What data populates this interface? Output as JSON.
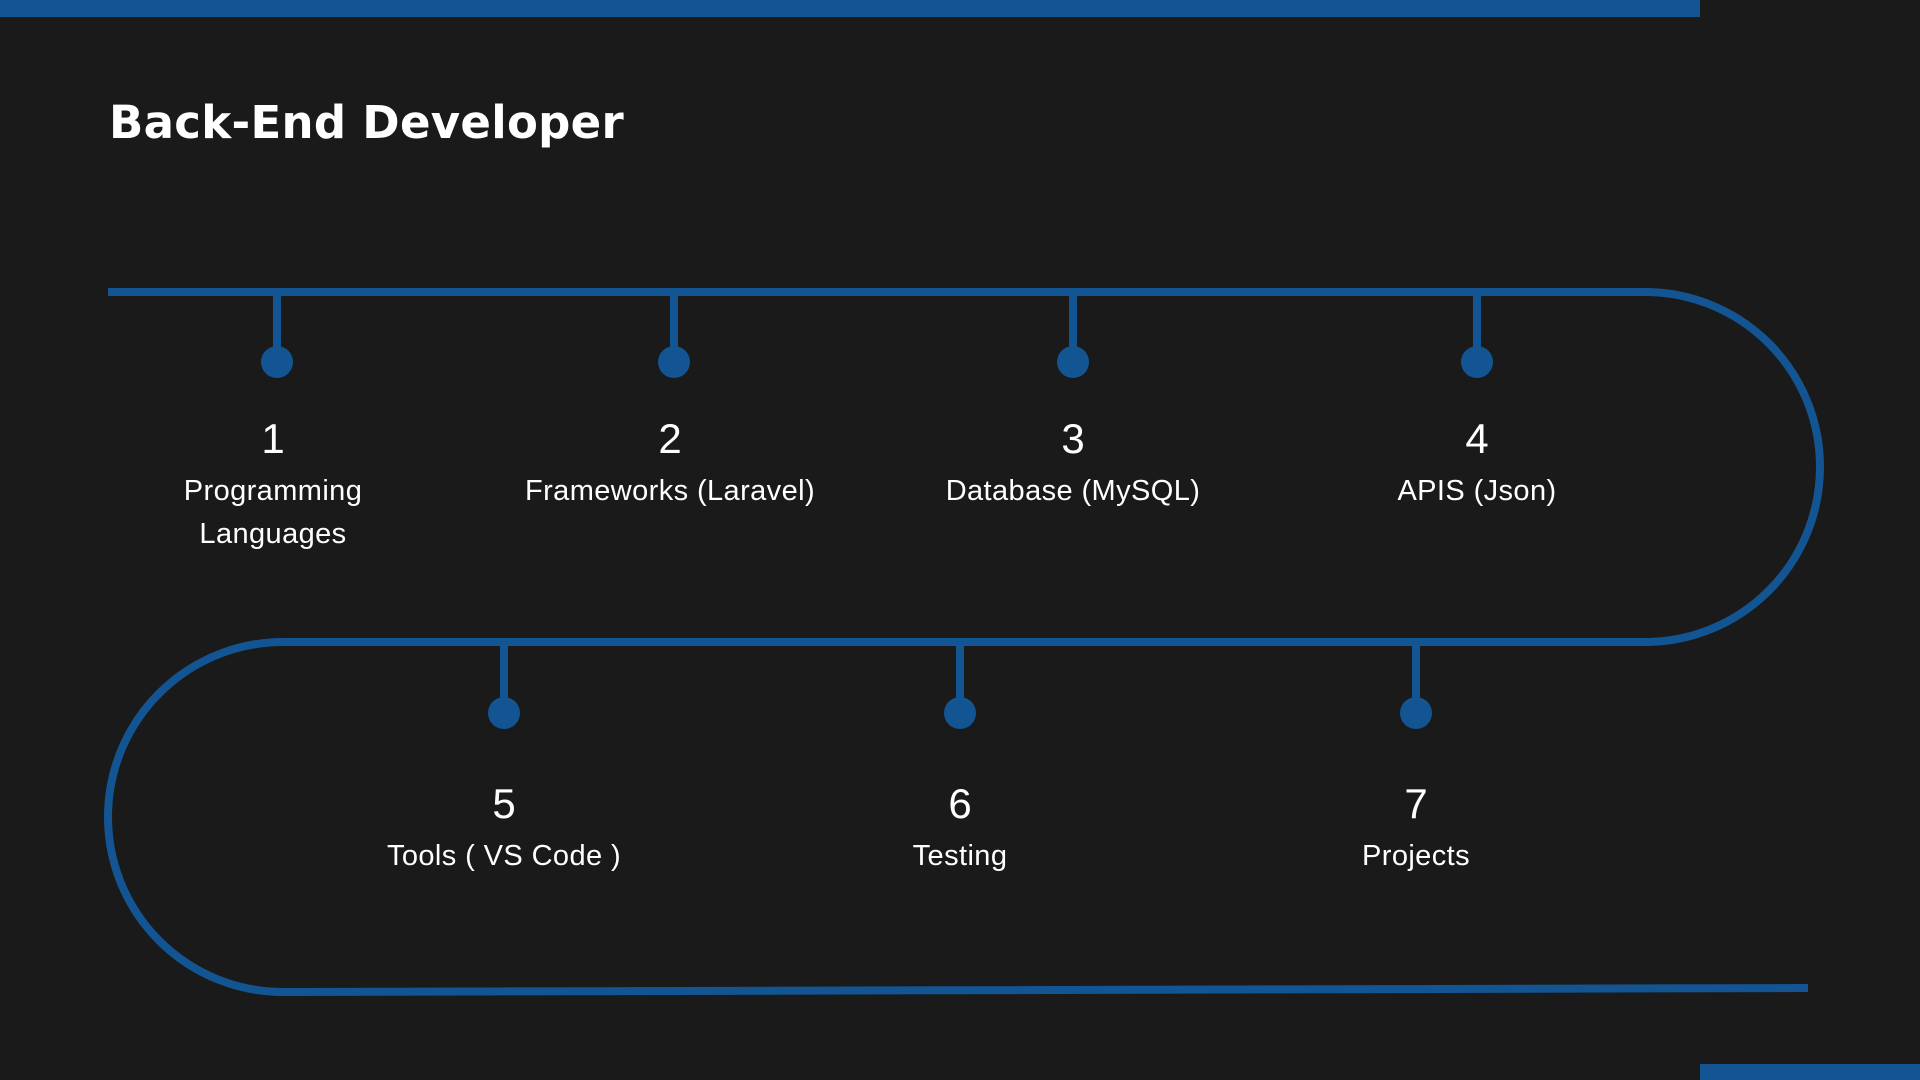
{
  "title": "Back-End Developer",
  "colors": {
    "background": "#1a1a1a",
    "accent": "#135592",
    "text": "#ffffff"
  },
  "steps": [
    {
      "number": "1",
      "label_lines": [
        "Programming",
        "Languages"
      ]
    },
    {
      "number": "2",
      "label_lines": [
        "Frameworks (Laravel)"
      ]
    },
    {
      "number": "3",
      "label_lines": [
        "Database (MySQL)"
      ]
    },
    {
      "number": "4",
      "label_lines": [
        "APIS (Json)"
      ]
    },
    {
      "number": "5",
      "label_lines": [
        "Tools ( VS Code )"
      ]
    },
    {
      "number": "6",
      "label_lines": [
        "Testing"
      ]
    },
    {
      "number": "7",
      "label_lines": [
        "Projects"
      ]
    }
  ]
}
